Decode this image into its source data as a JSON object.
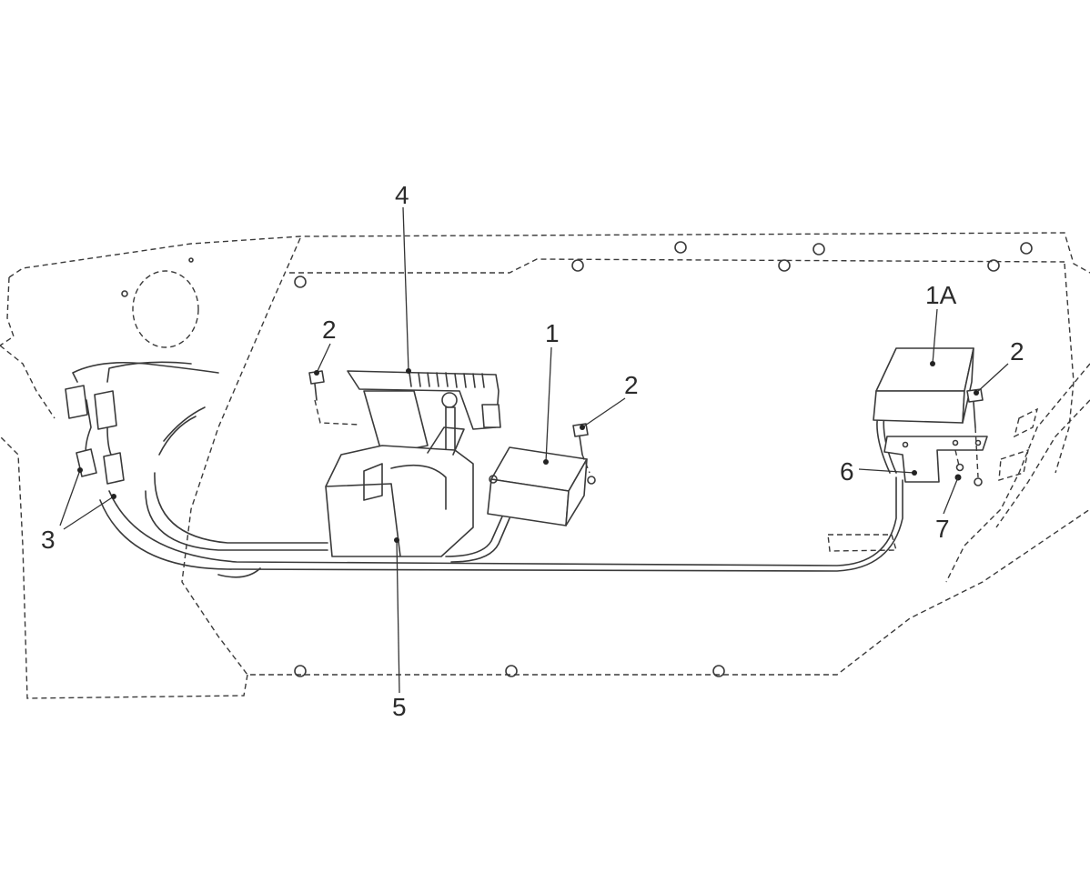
{
  "callouts": {
    "c4": "4",
    "c2a": "2",
    "c1": "1",
    "c2b": "2",
    "c1A": "1A",
    "c2c": "2",
    "c6": "6",
    "c7": "7",
    "c3": "3",
    "c5": "5"
  }
}
